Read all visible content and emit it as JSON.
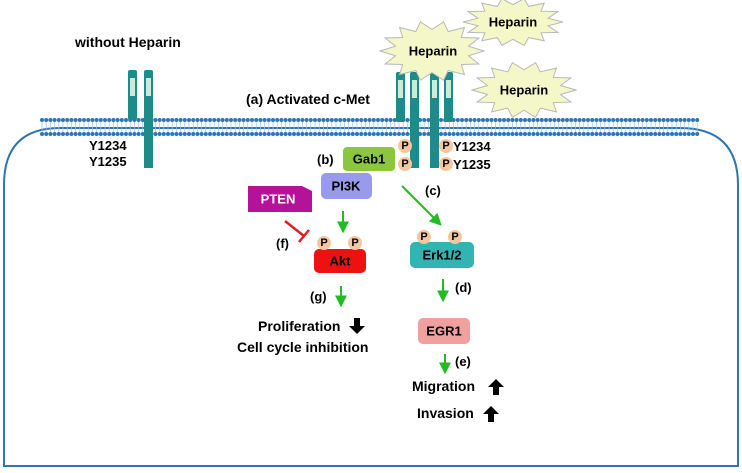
{
  "labels": {
    "without_heparin": "without Heparin",
    "activated_cmet": "(a) Activated c-Met",
    "left_y1234": "Y1234",
    "left_y1235": "Y1235",
    "right_y1234": "Y1234",
    "right_y1235": "Y1235",
    "step_b": "(b)",
    "step_c": "(c)",
    "step_d": "(d)",
    "step_e": "(e)",
    "step_f": "(f)",
    "step_g": "(g)",
    "proliferation": "Proliferation",
    "cell_cycle_inhibition": "Cell cycle inhibition",
    "migration": "Migration",
    "invasion": "Invasion"
  },
  "heparin": [
    "Heparin",
    "Heparin",
    "Heparin"
  ],
  "phospho": "P",
  "proteins": {
    "gab1": "Gab1",
    "pi3k": "PI3K",
    "pten": "PTEN",
    "akt": "Akt",
    "erk": "Erk1/2",
    "egr1": "EGR1"
  },
  "colors": {
    "membrane": "#2e75b6",
    "receptor": "#1f8a8a",
    "receptor_light": "#c8ecd8",
    "heparin_fill": "#f4f8c8",
    "phospho": "#f4c7a0",
    "gab1": "#8cc63f",
    "pi3k": "#9999ee",
    "pten": "#b5129a",
    "akt": "#ee1111",
    "erk": "#33b3b3",
    "egr1": "#f1a0a0",
    "activate_arrow": "#22bb22",
    "inhibit": "#dd2222"
  }
}
